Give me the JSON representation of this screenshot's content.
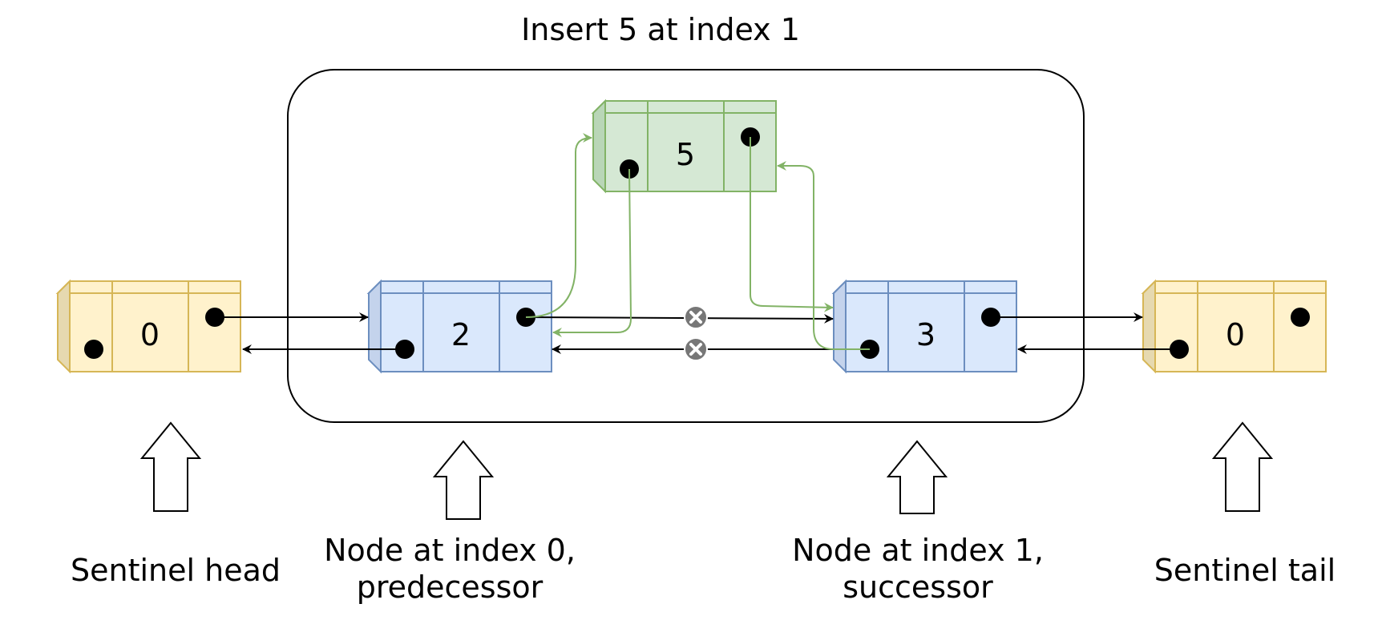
{
  "title": "Insert 5 at index 1",
  "nodes": {
    "sentinel_head": {
      "value": "0"
    },
    "predecessor": {
      "value": "2"
    },
    "new_node": {
      "value": "5"
    },
    "successor": {
      "value": "3"
    },
    "sentinel_tail": {
      "value": "0"
    }
  },
  "captions": {
    "sentinel_head": "Sentinel head",
    "predecessor_line1": "Node at index 0,",
    "predecessor_line2": "predecessor",
    "successor_line1": "Node at index 1,",
    "successor_line2": "successor",
    "sentinel_tail": "Sentinel tail"
  },
  "colors": {
    "sentinel_fill": "#fff2cc",
    "sentinel_stroke": "#d6b656",
    "node_fill": "#dae8fc",
    "node_stroke": "#6c8ebf",
    "new_fill": "#d5e8d4",
    "new_stroke": "#82b366",
    "green_link": "#82b366",
    "black": "#000000",
    "removed_mark": "#777777"
  }
}
